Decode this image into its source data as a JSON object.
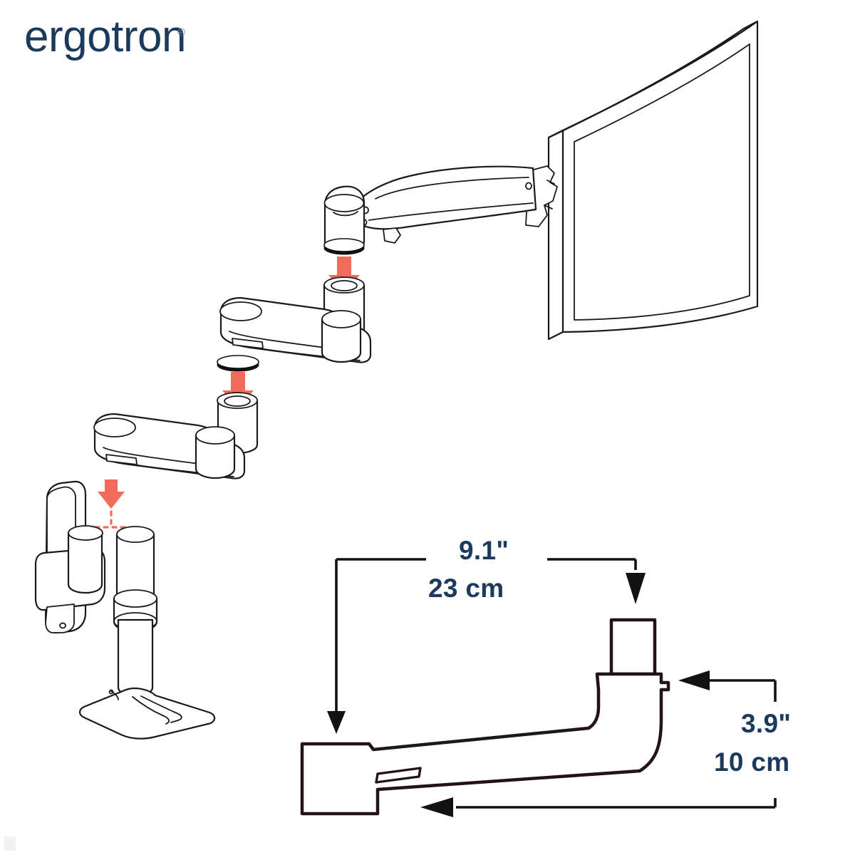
{
  "brand": {
    "wordmark": "ergotron",
    "registered_mark": "®",
    "color": "#1b3a5c"
  },
  "document": {
    "type": "product-assembly-diagram",
    "title": "Ergotron monitor arm extension assembly",
    "background_color": "#ffffff"
  },
  "exploded_view": {
    "label": "exploded-assembly-view",
    "components": [
      {
        "id": "monitor",
        "label": "Monitor display panel"
      },
      {
        "id": "lx-arm",
        "label": "LX monitor arm with gas spring"
      },
      {
        "id": "extension-1",
        "label": "Extension arm (upper)"
      },
      {
        "id": "extension-2",
        "label": "Extension arm (lower)"
      },
      {
        "id": "wall-mount",
        "label": "Wall mount bracket"
      },
      {
        "id": "desk-stand",
        "label": "Desk stand with base plate"
      }
    ],
    "assembly_arrows": [
      {
        "id": "arrow-arm-to-ext1",
        "direction": "down",
        "color": "#f26b5b"
      },
      {
        "id": "arrow-ext1-to-ext2",
        "direction": "down",
        "color": "#f26b5b"
      },
      {
        "id": "arrow-ext2-to-mounts",
        "direction": "down",
        "color": "#f26b5b",
        "branching": true
      }
    ]
  },
  "dimensions": {
    "label": "extension-arm-dimensions",
    "horizontal": {
      "name": "reach-length",
      "imperial": "9.1\"",
      "metric": "23 cm",
      "orientation": "horizontal"
    },
    "vertical": {
      "name": "rise-height",
      "imperial": "3.9\"",
      "metric": "10 cm",
      "orientation": "vertical"
    },
    "line_color": "#121212",
    "text_color": "#1b3a5c"
  },
  "profile_view": {
    "label": "extension-arm-profile",
    "outline_color": "#241316"
  },
  "palette": {
    "navy": "#1b3a5c",
    "coral": "#f26b5b",
    "ink": "#1a1a1a",
    "profile_ink": "#241316",
    "white": "#ffffff"
  }
}
